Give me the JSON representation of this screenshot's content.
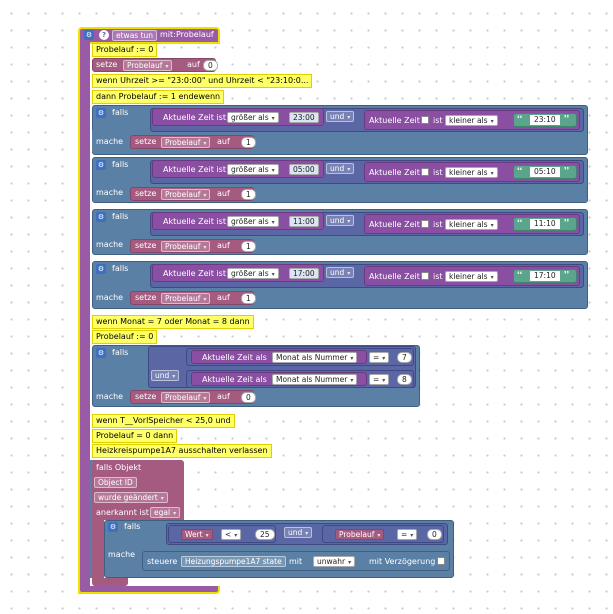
{
  "header": {
    "keyword": "etwas tun",
    "with_label": "mit:",
    "param": "Probelauf"
  },
  "notes": {
    "n1": "Probelauf := 0",
    "n2": "wenn Uhrzeit >= \"23:0:00\" und Uhrzeit < \"23:10:0...",
    "n3": "dann    Probelauf := 1 endewenn",
    "n4": "wenn Monat = 7 oder Monat = 8 dann",
    "n5": " Probelauf := 0",
    "n6": "wenn T__VorlSpeicher < 25,0 und",
    "n7": "Probelauf = 0 dann",
    "n8": "Heizkreispumpe1A7 ausschalten    verlassen"
  },
  "setze_top": {
    "label": "setze",
    "var": "Probelauf",
    "to": "auf",
    "value": "0"
  },
  "labels": {
    "if": "falls",
    "do": "mache",
    "set": "setze",
    "to": "auf",
    "and": "und",
    "current_time": "Aktuelle Zeit ist",
    "current_time2": "Aktuelle Zeit",
    "ist": "ist",
    "greater": "größer als",
    "less": "kleiner als",
    "current_time_as": "Aktuelle Zeit als",
    "month_as_number": "Monat als Nummer",
    "eq": "=",
    "var": "Probelauf",
    "one": "1",
    "zero": "0"
  },
  "time_blocks": [
    {
      "from": "23:00",
      "to": "23:10"
    },
    {
      "from": "05:00",
      "to": "05:10"
    },
    {
      "from": "11:00",
      "to": "11:10"
    },
    {
      "from": "17:00",
      "to": "17:10"
    }
  ],
  "month_block": {
    "m1": "7",
    "m2": "8"
  },
  "trigger": {
    "if_object": "falls Objekt",
    "object_id": "Object ID",
    "changed": "wurde geändert",
    "ack": "anerkannt ist",
    "ack_value": "egal"
  },
  "inner": {
    "value": "Wert",
    "lt": "<",
    "threshold": "25",
    "and": "und",
    "var": "Probelauf",
    "eq": "=",
    "zero": "0",
    "control": "steuere",
    "device": "Heizungspumpe1A7 state",
    "with": "mit",
    "state": "unwahr",
    "delay": "mit Verzögerung"
  },
  "colors": {
    "function": "#995ba5",
    "control": "#5b80a5",
    "variable": "#a55b80",
    "logic": "#5b67a5",
    "time": "#8a4fa3",
    "text": "#5ba58c",
    "note": "#ffff66"
  }
}
